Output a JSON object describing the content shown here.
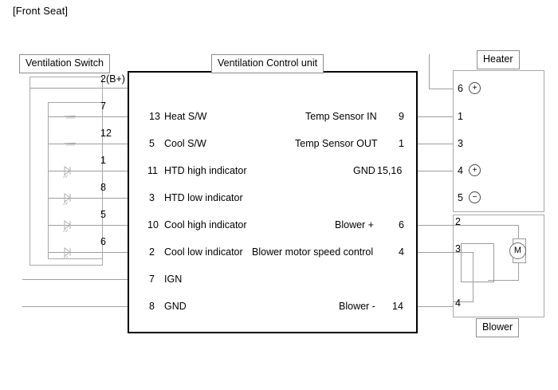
{
  "page": {
    "label": "[Front Seat]"
  },
  "captions": {
    "ventilation_switch": "Ventilation Switch",
    "ventilation_control_unit": "Ventilation Control unit",
    "heater": "Heater",
    "blower": "Blower"
  },
  "ventilation_switch": {
    "pins": [
      {
        "number": "2(B+)",
        "symbol": "none"
      },
      {
        "number": "7",
        "symbol": "switch-contact"
      },
      {
        "number": "12",
        "symbol": "switch-contact"
      },
      {
        "number": "1",
        "symbol": "led"
      },
      {
        "number": "8",
        "symbol": "led"
      },
      {
        "number": "5",
        "symbol": "led"
      },
      {
        "number": "6",
        "symbol": "led"
      }
    ]
  },
  "control_unit": {
    "left_terminals": [
      {
        "pin": "13",
        "label": "Heat S/W"
      },
      {
        "pin": "5",
        "label": "Cool S/W"
      },
      {
        "pin": "11",
        "label": "HTD high indicator"
      },
      {
        "pin": "3",
        "label": "HTD low indicator"
      },
      {
        "pin": "10",
        "label": "Cool high indicator"
      },
      {
        "pin": "2",
        "label": "Cool low indicator"
      },
      {
        "pin": "7",
        "label": "IGN"
      },
      {
        "pin": "8",
        "label": "GND"
      }
    ],
    "right_terminals": [
      {
        "label": "Temp Sensor IN",
        "pin": "9"
      },
      {
        "label": "Temp Sensor OUT",
        "pin": "1"
      },
      {
        "label": "GND",
        "pin": "15,16"
      },
      {
        "label": "Blower +",
        "pin": "6"
      },
      {
        "label": "Blower motor speed control",
        "pin": "4"
      },
      {
        "label": "Blower -",
        "pin": "14"
      }
    ]
  },
  "heater": {
    "pins": [
      {
        "number": "6",
        "polarity": "+"
      },
      {
        "number": "1",
        "polarity": ""
      },
      {
        "number": "3",
        "polarity": ""
      },
      {
        "number": "4",
        "polarity": "+"
      },
      {
        "number": "5",
        "polarity": "-"
      }
    ]
  },
  "blower": {
    "pins": [
      {
        "number": "2"
      },
      {
        "number": "3"
      },
      {
        "number": "4"
      }
    ],
    "motor_symbol": "M"
  },
  "colors": {
    "wire": "#9e9e9e",
    "unit_border": "#000000",
    "box_border": "#a8a8a8",
    "text": "#000000"
  }
}
